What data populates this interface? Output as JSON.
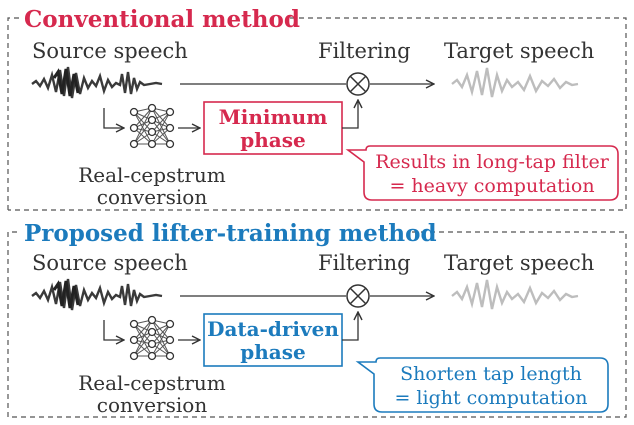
{
  "colors": {
    "conventional_red": "#d6294e",
    "proposed_blue": "#1c7bbd",
    "line": "#333333",
    "muted_wave": "#bdbdbd",
    "dark_wave": "#3a3a3a"
  },
  "sections": [
    {
      "id": "conventional",
      "title": "Conventional method",
      "source": "Source speech",
      "filtering": "Filtering",
      "target": "Target speech",
      "phase_box": {
        "line1": "Minimum",
        "line2": "phase"
      },
      "network_label": {
        "line1": "Real-cepstrum",
        "line2": "conversion"
      },
      "callout": {
        "line1": "Results in long-tap filter",
        "line2": "= heavy computation"
      }
    },
    {
      "id": "proposed",
      "title": "Proposed lifter-training method",
      "source": "Source speech",
      "filtering": "Filtering",
      "target": "Target speech",
      "phase_box": {
        "line1": "Data-driven",
        "line2": "phase"
      },
      "network_label": {
        "line1": "Real-cepstrum",
        "line2": "conversion"
      },
      "callout": {
        "line1": "Shorten tap length",
        "line2": "= light computation"
      }
    }
  ],
  "icons": {
    "operator": "circled-times-icon",
    "network": "neural-network-icon",
    "waveform": "speech-waveform-icon"
  }
}
